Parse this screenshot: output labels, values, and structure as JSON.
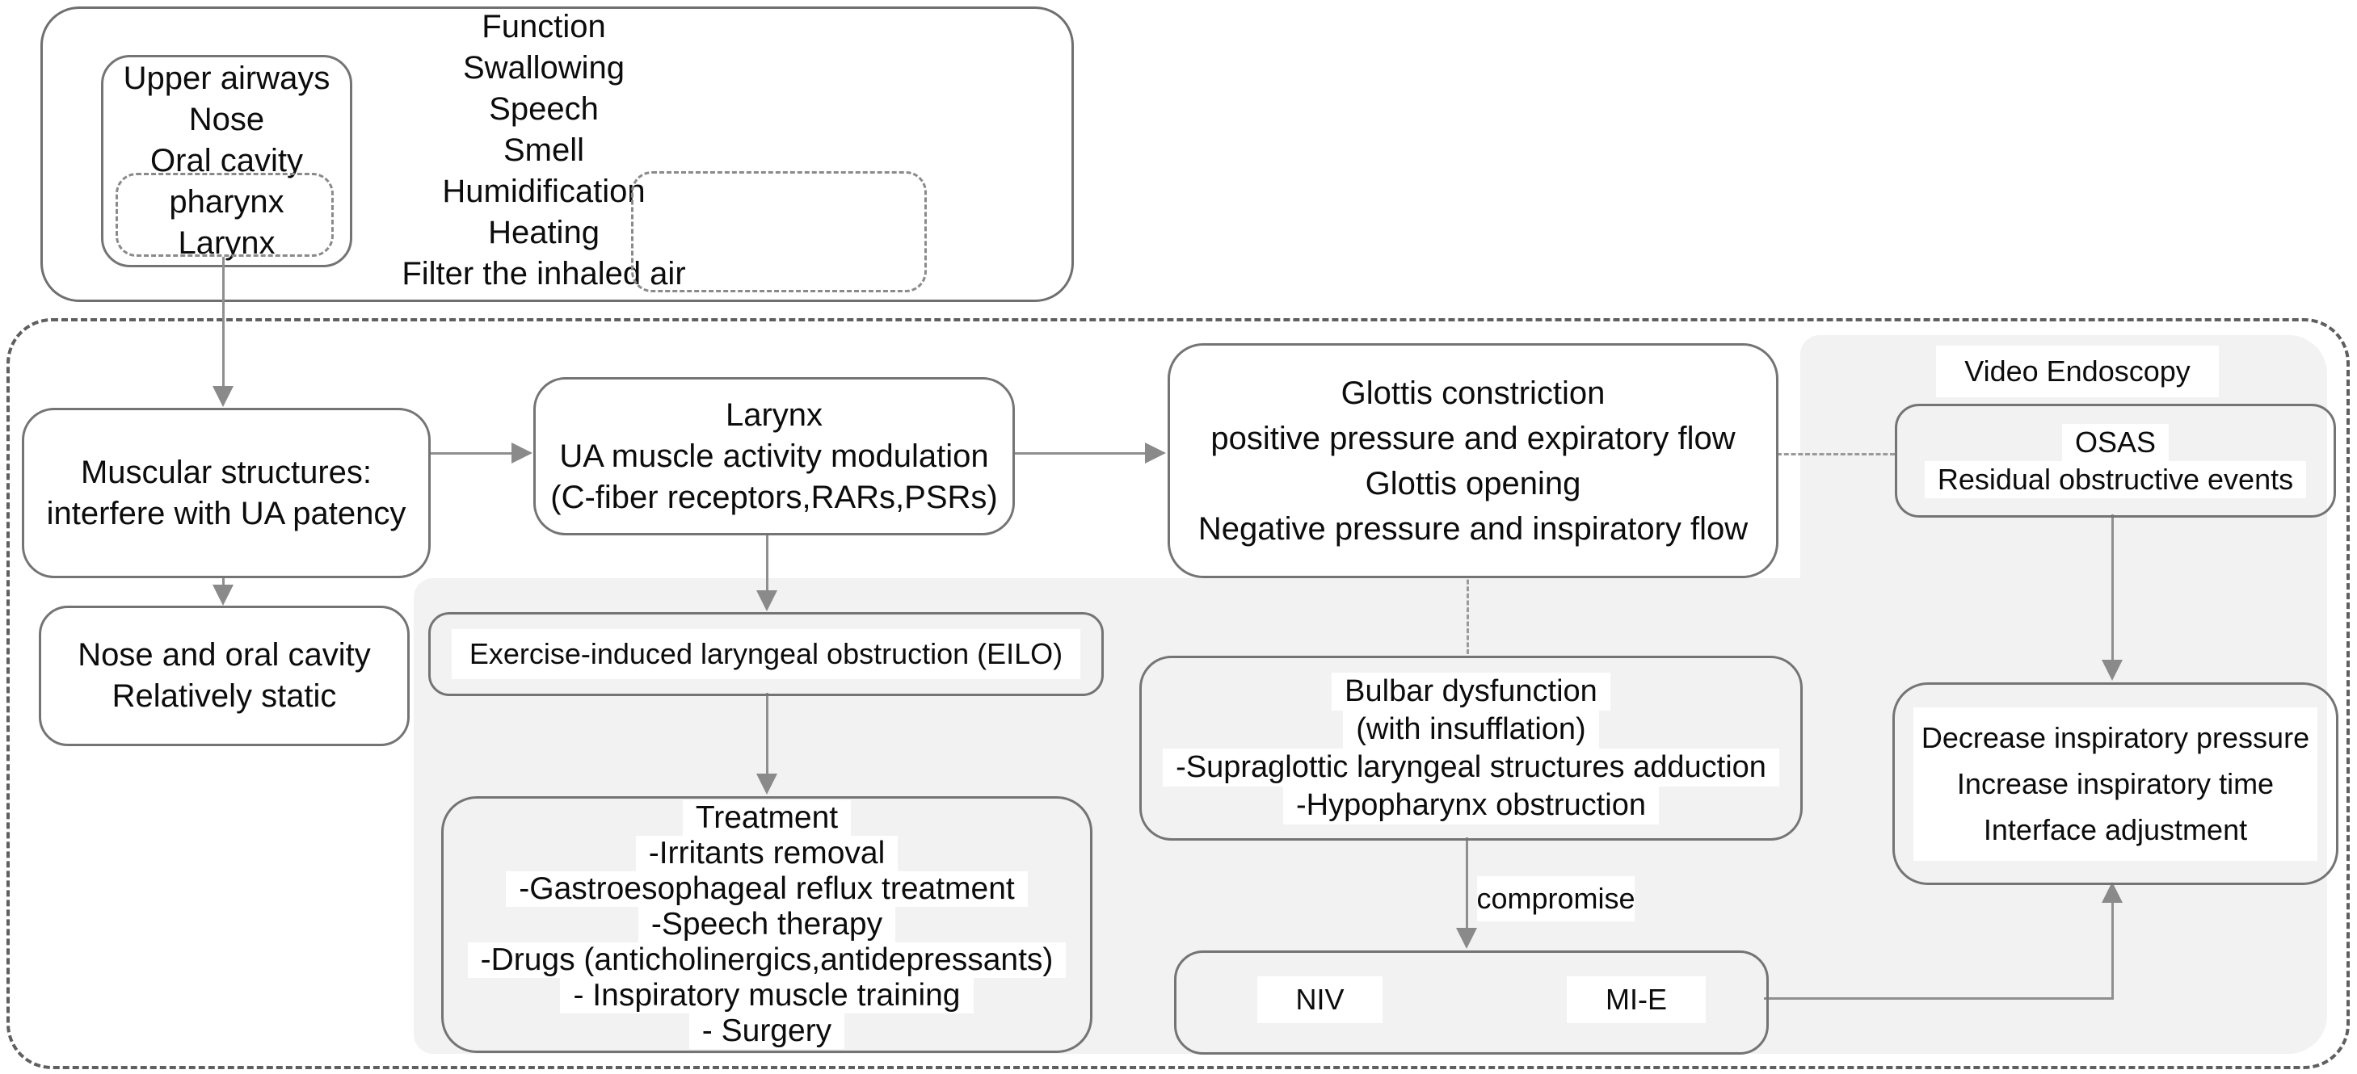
{
  "colors": {
    "background": "#ffffff",
    "panel_gray": "#f2f2f2",
    "box_border": "#747474",
    "dashed_border": "#8a8a8a",
    "connector": "#8f8f8f",
    "text": "#0c0c0c"
  },
  "top": {
    "airways": {
      "items": [
        "Upper airways",
        "Nose",
        "Oral cavity"
      ],
      "dashed_items": [
        "pharynx",
        "Larynx"
      ]
    },
    "functions": {
      "items": [
        "Function",
        "Swallowing",
        "Speech",
        "Smell",
        "Humidification",
        "Heating",
        "Filter the inhaled air"
      ]
    }
  },
  "flow": {
    "muscular": {
      "lines": [
        "Muscular structures:",
        "interfere with UA patency"
      ]
    },
    "nose_static": {
      "lines": [
        "Nose and oral cavity",
        "Relatively static"
      ]
    },
    "larynx": {
      "lines": [
        "Larynx",
        "UA muscle activity modulation",
        "(C-fiber receptors,RARs,PSRs)"
      ]
    },
    "glottis": {
      "lines": [
        "Glottis constriction",
        "positive pressure and expiratory flow",
        "Glottis opening",
        "Negative pressure and inspiratory flow"
      ]
    },
    "eilo": {
      "label": "Exercise-induced laryngeal obstruction (EILO)"
    },
    "treatment": {
      "lines": [
        "Treatment",
        "-Irritants removal",
        "-Gastroesophageal reflux treatment",
        "-Speech therapy",
        "-Drugs (anticholinergics,antidepressants)",
        "- Inspiratory muscle training",
        "- Surgery"
      ]
    },
    "bulbar": {
      "lines": [
        "Bulbar dysfunction",
        "(with insufflation)",
        "-Supraglottic laryngeal structures adduction",
        "-Hypopharynx obstruction"
      ]
    },
    "compromise_label": "compromise",
    "niv": "NIV",
    "mie": "MI-E",
    "video_endoscopy": "Video Endoscopy",
    "osas": {
      "lines": [
        "OSAS",
        "Residual obstructive events"
      ]
    },
    "vent_adjust": {
      "lines": [
        "Decrease inspiratory pressure",
        "Increase inspiratory time",
        "Interface adjustment"
      ]
    }
  }
}
